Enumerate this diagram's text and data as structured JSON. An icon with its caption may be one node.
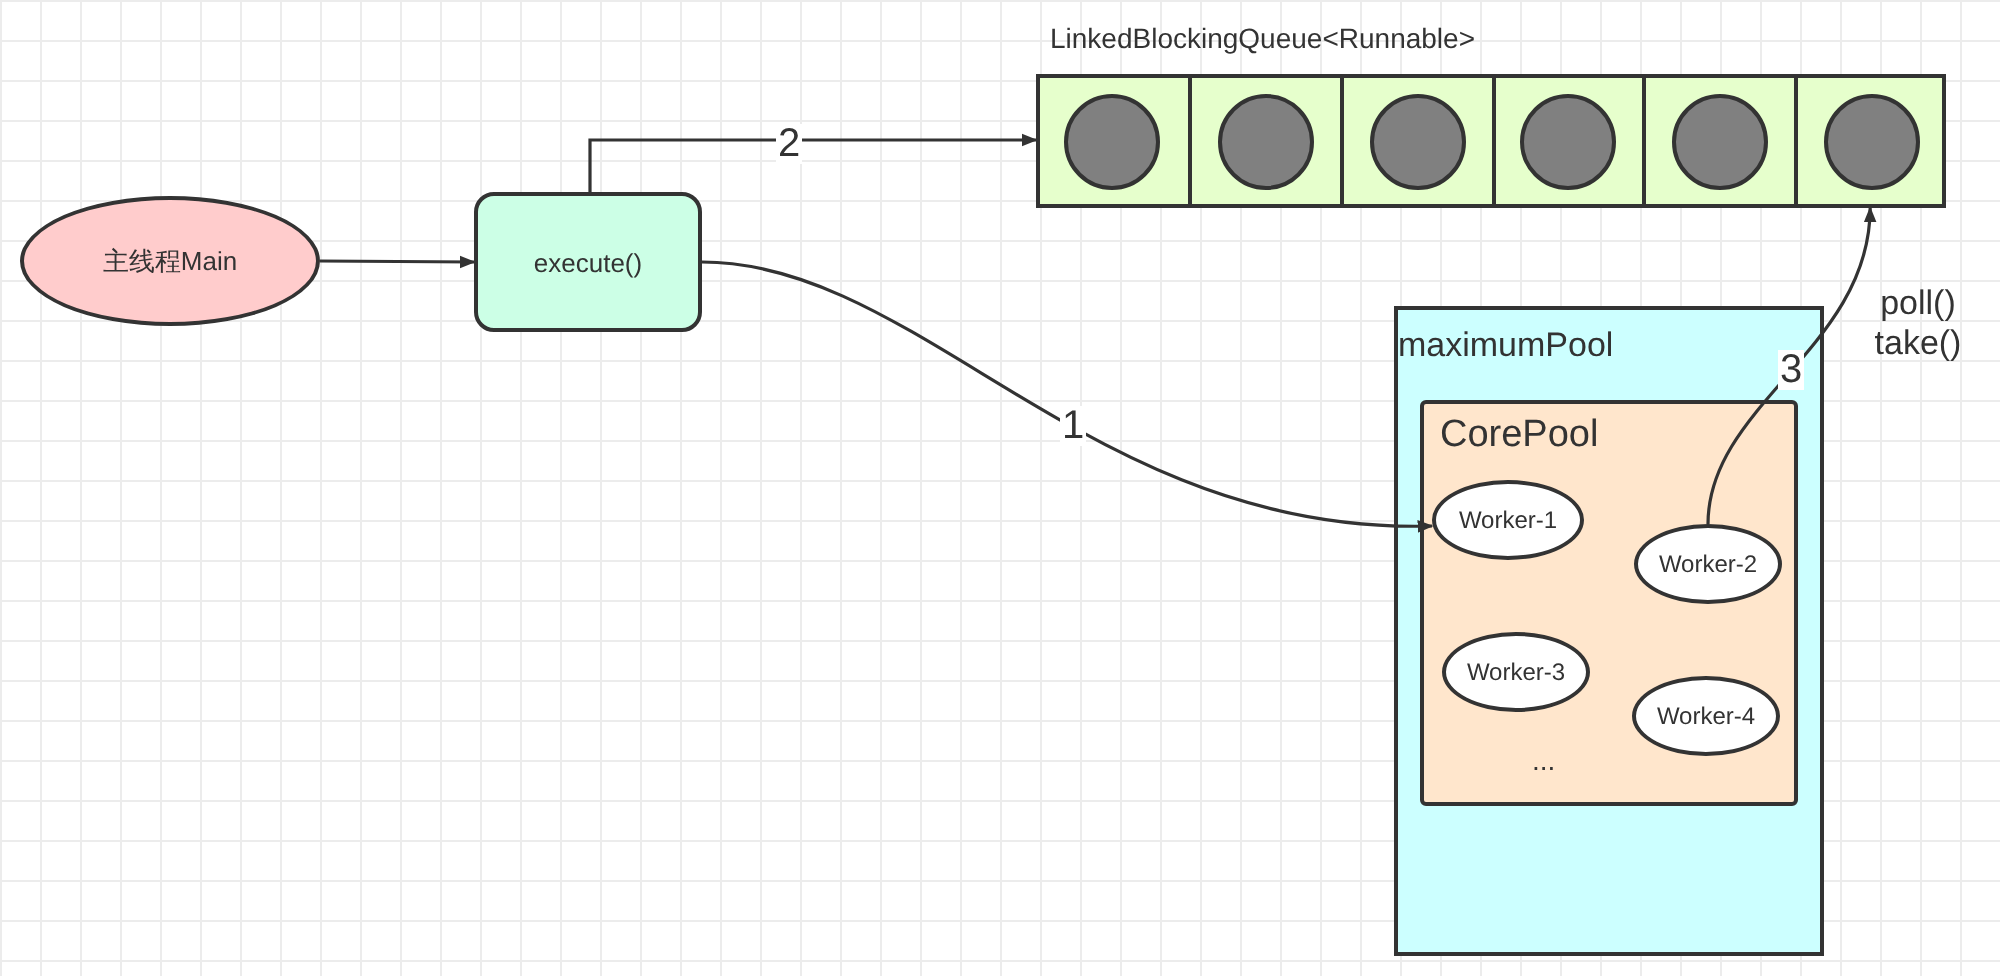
{
  "diagram": {
    "nodes": [
      {
        "text": [
          "主线程Main"
        ]
      },
      {
        "text": [
          "execute()"
        ]
      },
      {
        "text": [
          "LinkedBlockingQueue<Runnable>"
        ]
      },
      {
        "text": [],
        "shape": "box",
        "in": 2
      },
      {
        "text": [],
        "shape": "box",
        "in": 2
      },
      {
        "text": [],
        "shape": "box",
        "in": 2
      },
      {
        "text": [],
        "shape": "box",
        "in": 2
      },
      {
        "text": [],
        "shape": "box",
        "in": 2
      },
      {
        "text": [],
        "shape": "box",
        "in": 2
      },
      {
        "text": [
          "maximumPool"
        ]
      },
      {
        "text": [
          "CorePool"
        ],
        "in": 9
      },
      {
        "text": [
          "Worker-1"
        ],
        "in": 10
      },
      {
        "text": [
          "Worker-2"
        ],
        "in": 10
      },
      {
        "text": [
          "Worker-3"
        ],
        "in": 10
      },
      {
        "text": [
          "Worker-4"
        ],
        "in": 10
      }
    ],
    "edges": [
      {
        "from": 0,
        "to": 1,
        "arrow": "to"
      },
      {
        "from": 1,
        "to": 11,
        "arrow": "to",
        "label": "1"
      },
      {
        "from": 1,
        "to": 2,
        "arrow": "to",
        "label": "2"
      },
      {
        "from": 12,
        "to": 8,
        "arrow": "to",
        "label": "3"
      }
    ],
    "labels": [
      "...",
      "poll() take()"
    ]
  }
}
